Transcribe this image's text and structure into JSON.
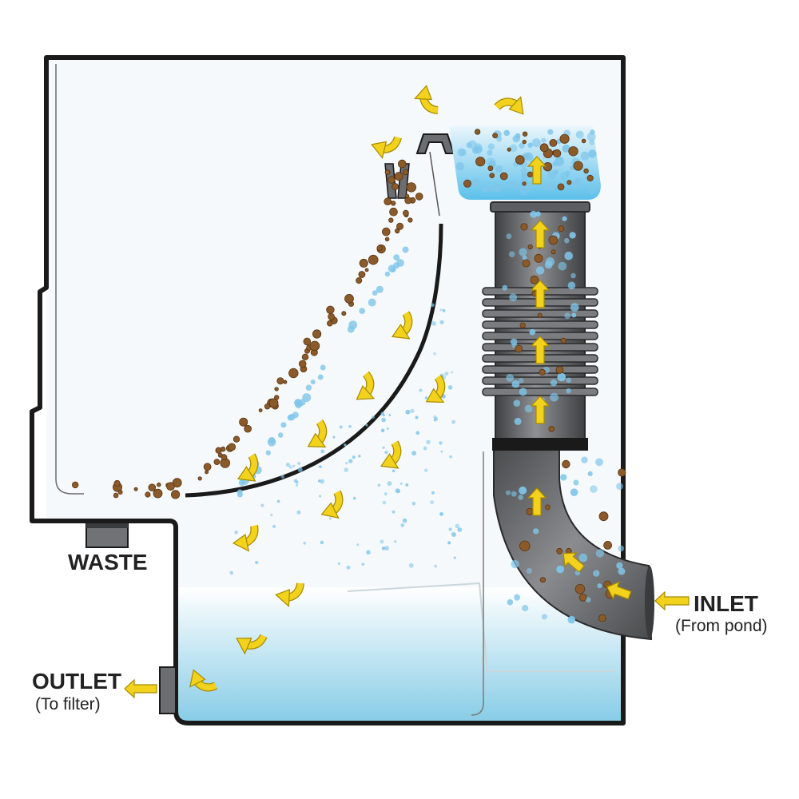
{
  "labels": {
    "waste": "WASTE",
    "outlet": "OUTLET",
    "outlet_sub": "(To filter)",
    "inlet": "INLET",
    "inlet_sub": "(From pond)"
  },
  "colors": {
    "outline": "#1a1a1a",
    "water_top": "#ffffff",
    "water_bottom": "#86cce6",
    "pipe": "#6e7073",
    "pipe_dark": "#3a3b3d",
    "arrow_fill": "#f2d21c",
    "arrow_stroke": "#a88b00",
    "debris": "#8a5a2b",
    "bubble": "#7fc6ea"
  }
}
